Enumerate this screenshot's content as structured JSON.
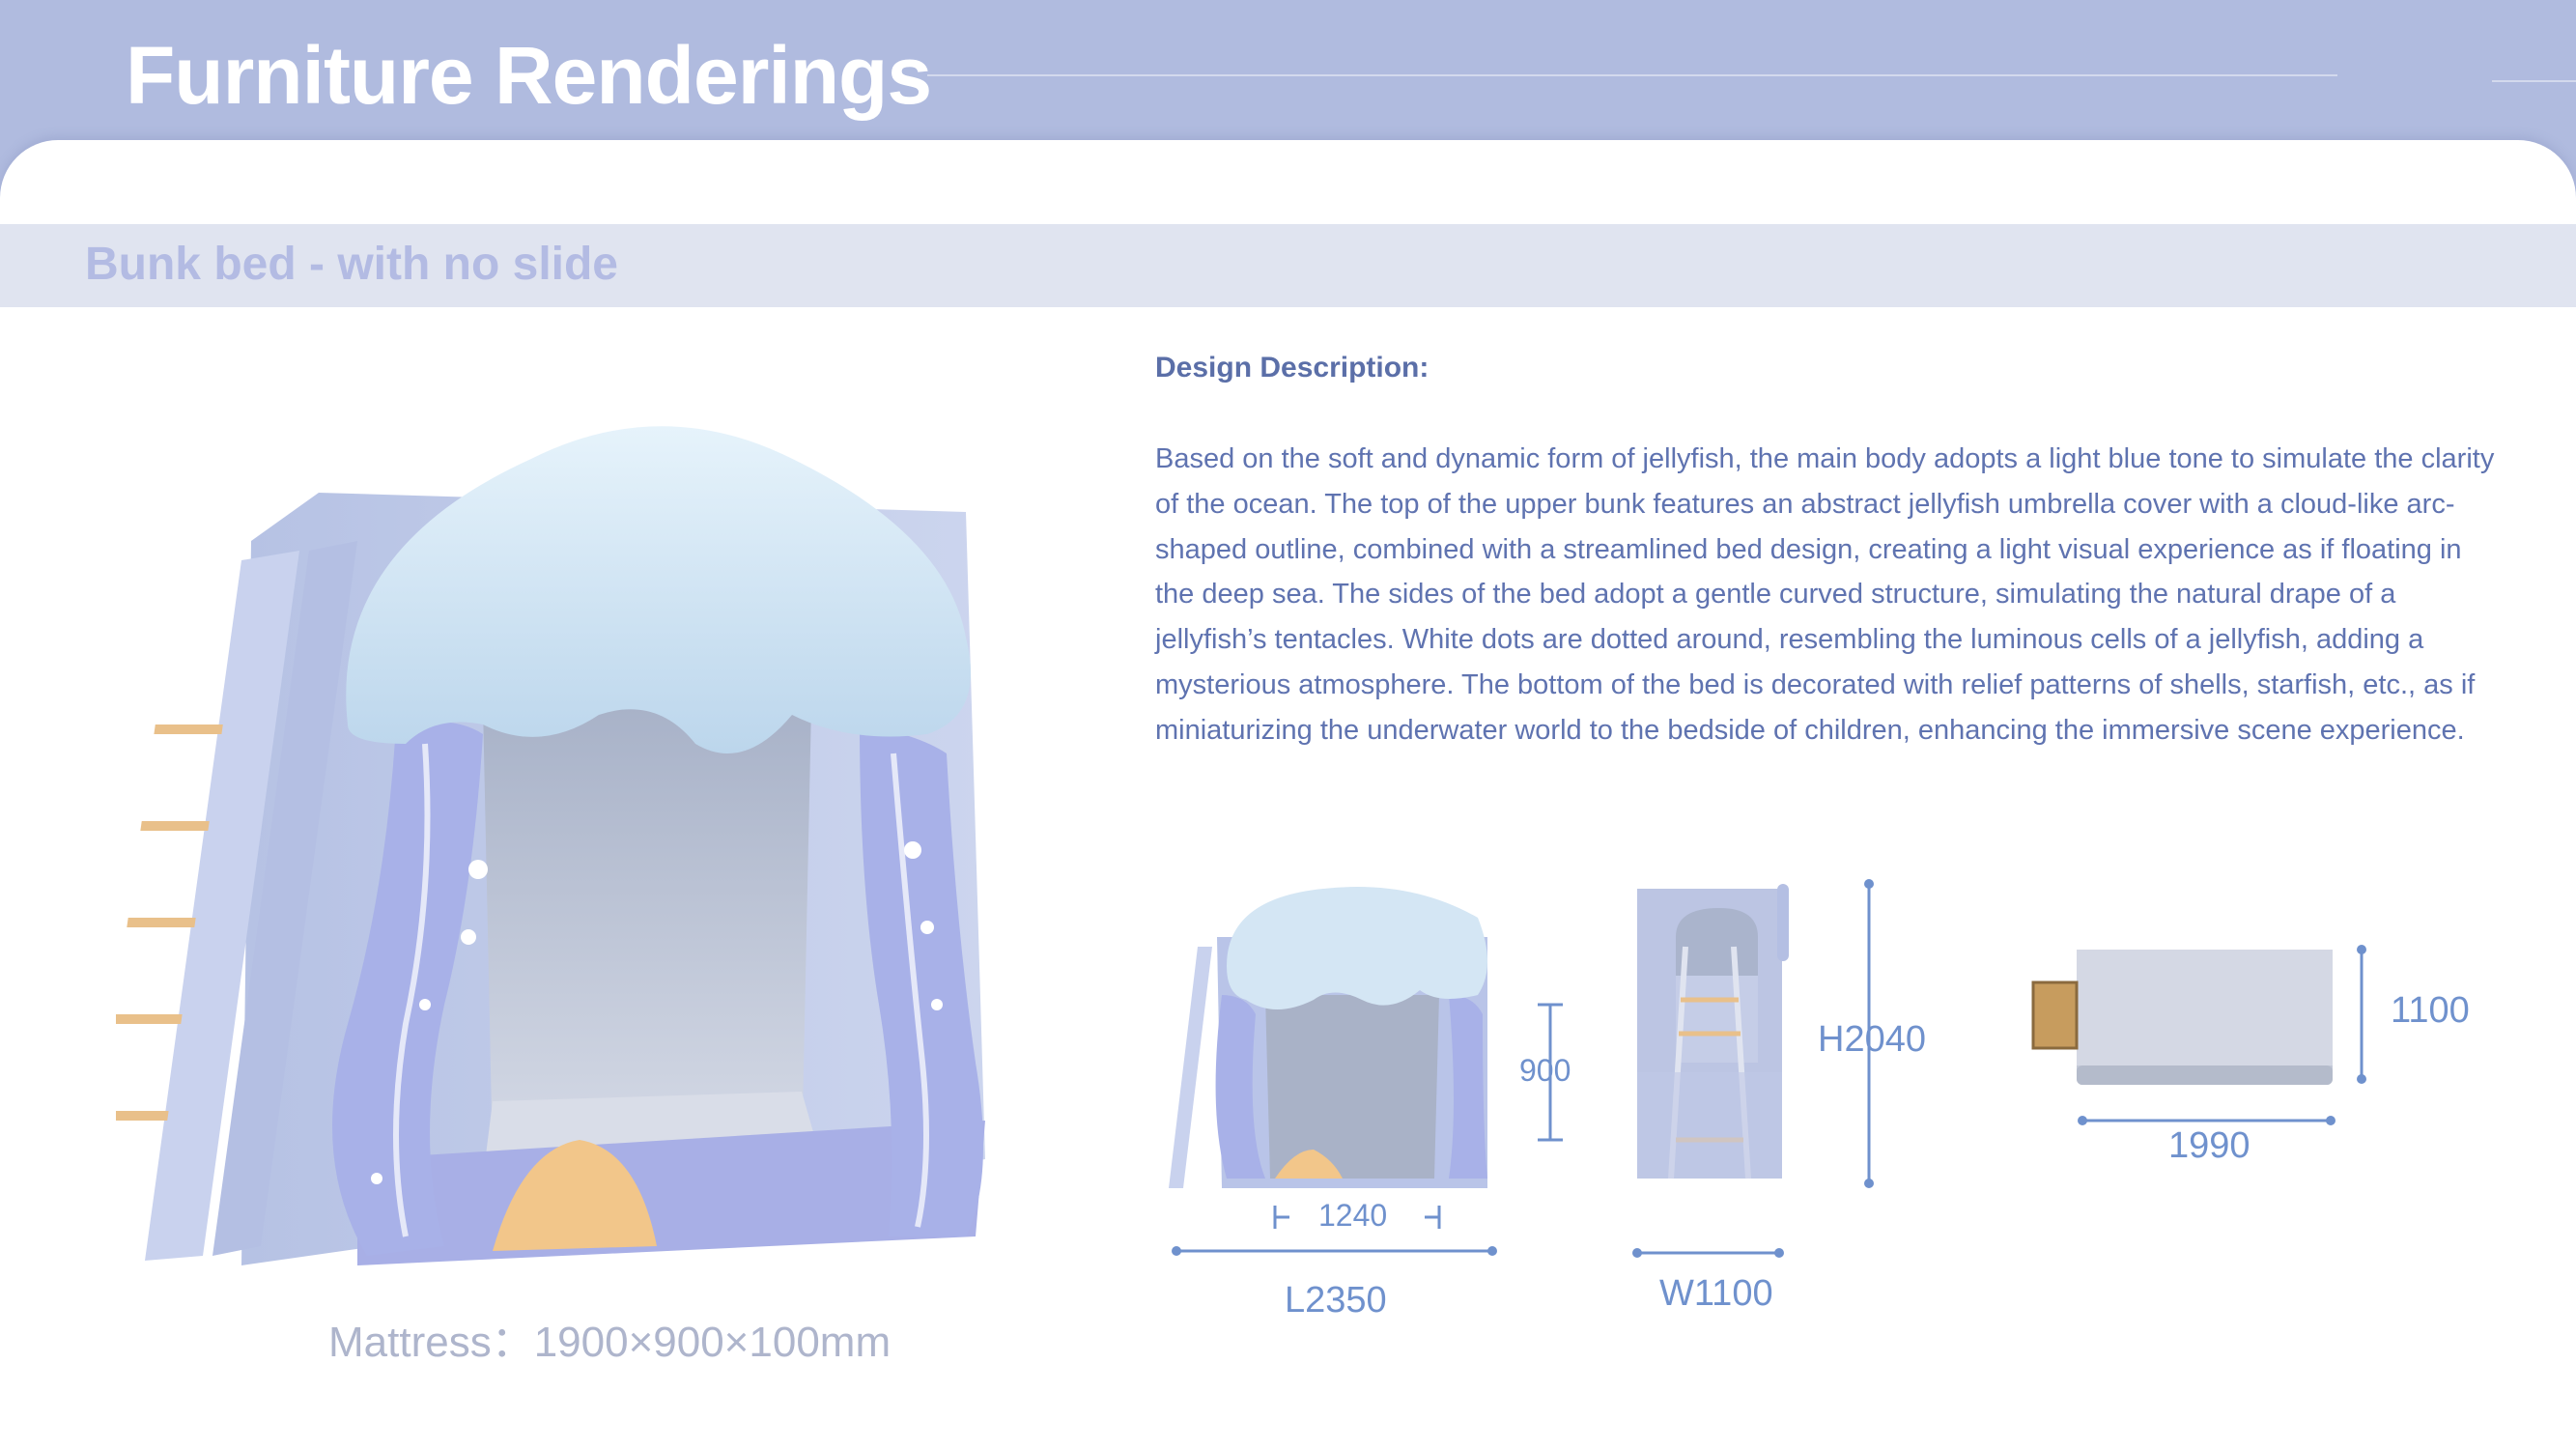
{
  "header": {
    "title": "Furniture Renderings"
  },
  "section": {
    "subtitle": "Bunk bed - with no slide"
  },
  "description": {
    "heading": "Design Description:",
    "body": "Based on the soft and dynamic form of jellyfish, the main body adopts a light blue tone to simulate the clarity of the ocean. The top of the upper bunk features an abstract jellyfish umbrella cover with a cloud-like arc-shaped outline, combined with a streamlined bed design, creating a light visual experience as if floating in the deep sea. The sides of the bed adopt a gentle curved structure, simulating the natural drape of a jellyfish’s tentacles. White dots are dotted around, resembling the luminous cells of a jellyfish, adding a mysterious atmosphere. The bottom of the bed is decorated with relief patterns of shells, starfish, etc., as if miniaturizing the underwater world to the bedside of children, enhancing the immersive scene experience."
  },
  "mattress": {
    "label": "Mattress：1900×900×100mm"
  },
  "dimensions": {
    "front": {
      "length": "L2350",
      "opening": "1240",
      "height": "900"
    },
    "side": {
      "width": "W1100",
      "height": "H2040"
    },
    "top": {
      "width": "1990",
      "depth": "1100"
    }
  },
  "colors": {
    "header": "#b0bbdf",
    "subtitle_band": "#e0e4f0",
    "text": "#5f73b0",
    "dimension": "#6f91cd",
    "jellyfish_cap": "#d4e6f4",
    "body": "#b9c4e8",
    "tentacle": "#a8b1e8",
    "shell": "#f0c58c"
  }
}
